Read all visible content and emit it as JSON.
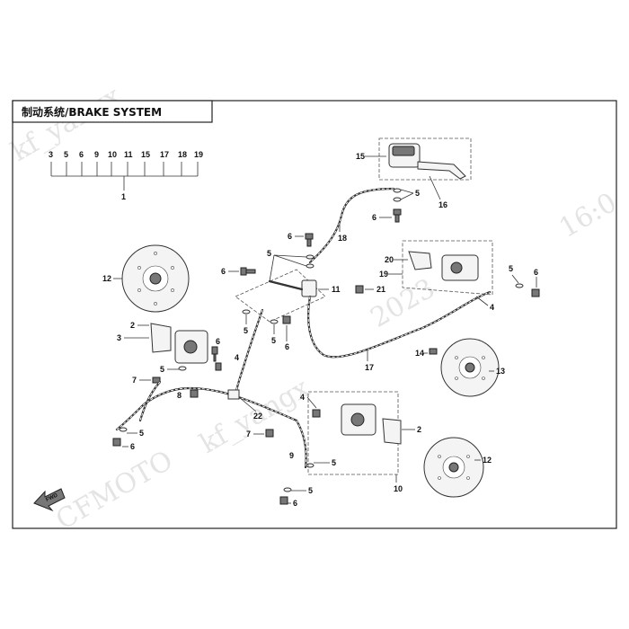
{
  "title": "制动系统/BRAKE SYSTEM",
  "watermarks": [
    "kf_yangx",
    "kf_yangx",
    "2023",
    "16:0",
    "CFMOTO"
  ],
  "fwd_label": "FWD",
  "callouts": {
    "header_row": [
      "3",
      "5",
      "6",
      "9",
      "10",
      "11",
      "15",
      "17",
      "18",
      "19"
    ],
    "header_main": "1",
    "master_cyl": "15",
    "lever": "16",
    "washers_top": "5",
    "bolt_top": "6",
    "top_hose": "18",
    "bolt_mid": "6",
    "washers_mid": "5",
    "bolt_left": "6",
    "junction": "11",
    "bolt_21": "21",
    "pads_right": "20",
    "caliper_right_top": "19",
    "washer_rt": "5",
    "bolt_rt": "6",
    "hose_long": "17",
    "line_4_right": "4",
    "disc_left_top": "12",
    "bracket_left": "2",
    "caliper_left": "3",
    "washer_left": "5",
    "bolt_left2": "6",
    "bolt_7a": "7",
    "bolt_8": "8",
    "hose_4_left": "4",
    "washer_5a": "5",
    "bolt_6a": "6",
    "washer_5b": "5",
    "bolt_6b": "6",
    "pipe_22": "22",
    "bolt_7b": "7",
    "hose_9": "9",
    "washer_5c": "5",
    "washer_5d": "5",
    "bolt_6c": "6",
    "line_4_mid": "4",
    "bracket_right": "2",
    "caliper_right": "10",
    "bolt_14": "14",
    "disc_right": "13",
    "disc_bottom": "12"
  }
}
